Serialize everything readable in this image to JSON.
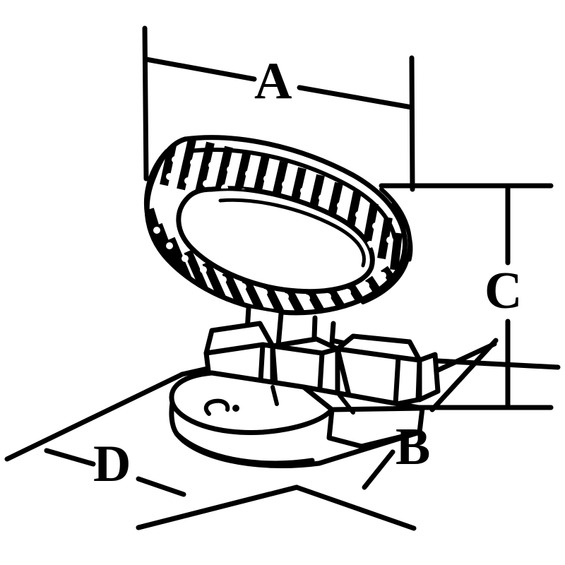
{
  "diagram": {
    "title": "Dimensioned technical line drawing of a knurled oval grip handle on a mounting base",
    "background_color": "#ffffff",
    "line_color": "#000000",
    "dimension_labels": [
      {
        "id": "A",
        "text": "A",
        "meaning": "overall-width-of-grip",
        "position": "top"
      },
      {
        "id": "B",
        "text": "B",
        "meaning": "base-depth",
        "position": "bottom-right"
      },
      {
        "id": "C",
        "text": "C",
        "meaning": "overall-height",
        "position": "right"
      },
      {
        "id": "D",
        "text": "D",
        "meaning": "base-width",
        "position": "bottom-left"
      }
    ],
    "parts": [
      {
        "name": "knurled-oval-grip",
        "description": "oval loop handle with cross-hatch knurled texture"
      },
      {
        "name": "support-stems",
        "description": "two vertical posts connecting grip to base"
      },
      {
        "name": "mounting-base",
        "description": "stepped bracket base with rounded foot plate and fastener hole"
      }
    ]
  }
}
